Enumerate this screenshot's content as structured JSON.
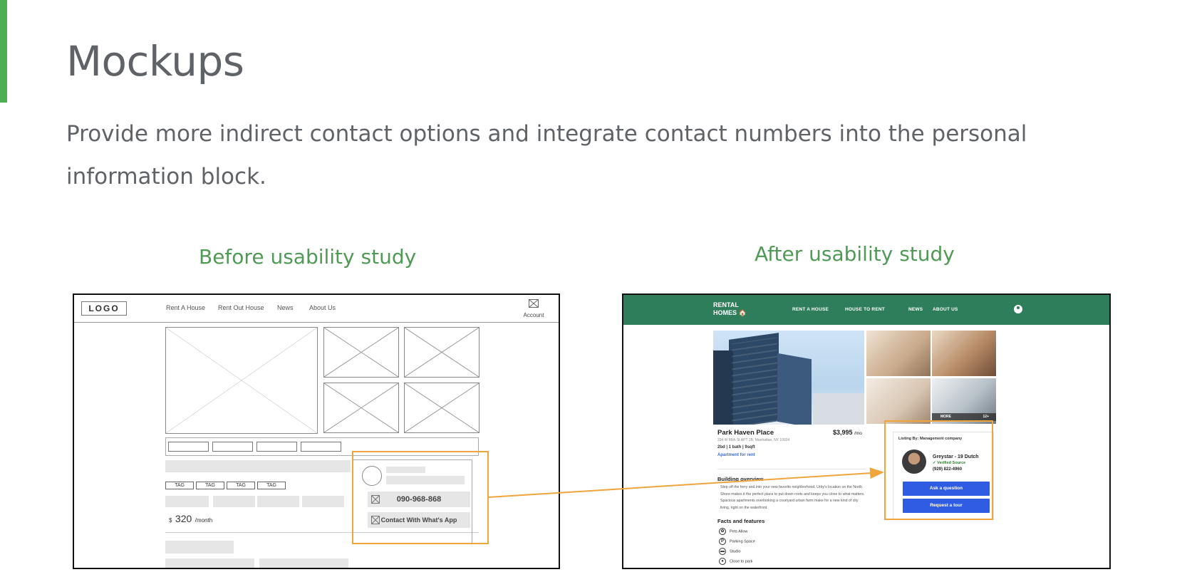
{
  "slide": {
    "title": "Mockups",
    "subtitle": "Provide more indirect contact options and integrate contact numbers into the personal information block.",
    "before_label": "Before usability study",
    "after_label": "After usability study",
    "colors": {
      "accent_bar": "#4caf50",
      "section_label": "#4f9a55",
      "highlight": "#f0a53c"
    }
  },
  "before": {
    "logo": "LOGO",
    "nav": [
      "Rent A House",
      "Rent Out House",
      "News",
      "About Us"
    ],
    "account_icon": "image-placeholder-icon",
    "account_label": "Account",
    "tags": [
      "TAG",
      "TAG",
      "TAG",
      "TAG"
    ],
    "price_currency": "$",
    "price_value": "320",
    "price_period": "/month",
    "phone_button": "090-968-868",
    "whatsapp_button": "Contact With What's App"
  },
  "after": {
    "brand_line1": "RENTAL",
    "brand_line2": "HOMES",
    "brand_emoji": "🏠",
    "nav": [
      "RENT A HOUSE",
      "HOUSE TO RENT",
      "NEWS",
      "ABOUT US"
    ],
    "user_icon": "user-circle-icon",
    "more_label": "MORE",
    "more_count": "12+",
    "listing_name": "Park Haven Place",
    "listing_price": "$3,995",
    "listing_price_period": "/mo",
    "listing_address": "334 W 86th St APT 2B, Manhattan, NY 10024",
    "specs": "2bd  |  1 bath  |  9sqft",
    "listing_type": "Apartment for rent",
    "building_overview_title": "Building overview",
    "building_overview_text": "Step off the ferry and into your new favorite neighborhood. Urby's location on the North Shore makes it the perfect place to put down roots and keeps you close to what matters. Spacious apartments overlooking a courtyard urban farm make for a new kind of city living, right on the waterfront.",
    "facts_title": "Facts and features",
    "facts": [
      {
        "icon": "paw-icon",
        "label": "Pets Allow"
      },
      {
        "icon": "parking-icon",
        "label": "Parking Space"
      },
      {
        "icon": "studio-icon",
        "label": "Studio"
      },
      {
        "icon": "location-pin-icon",
        "label": "Close to park"
      }
    ],
    "listed_by": "Listing By: Management company",
    "agent_name": "Greystar - 19 Dutch",
    "verified": "✓ Verified Source",
    "agent_phone": "(929) 822-4960",
    "ask_button": "Ask a question",
    "tour_button": "Request a tour",
    "colors": {
      "nav_bg": "#2e7d5b",
      "button": "#2f5ce3"
    }
  }
}
